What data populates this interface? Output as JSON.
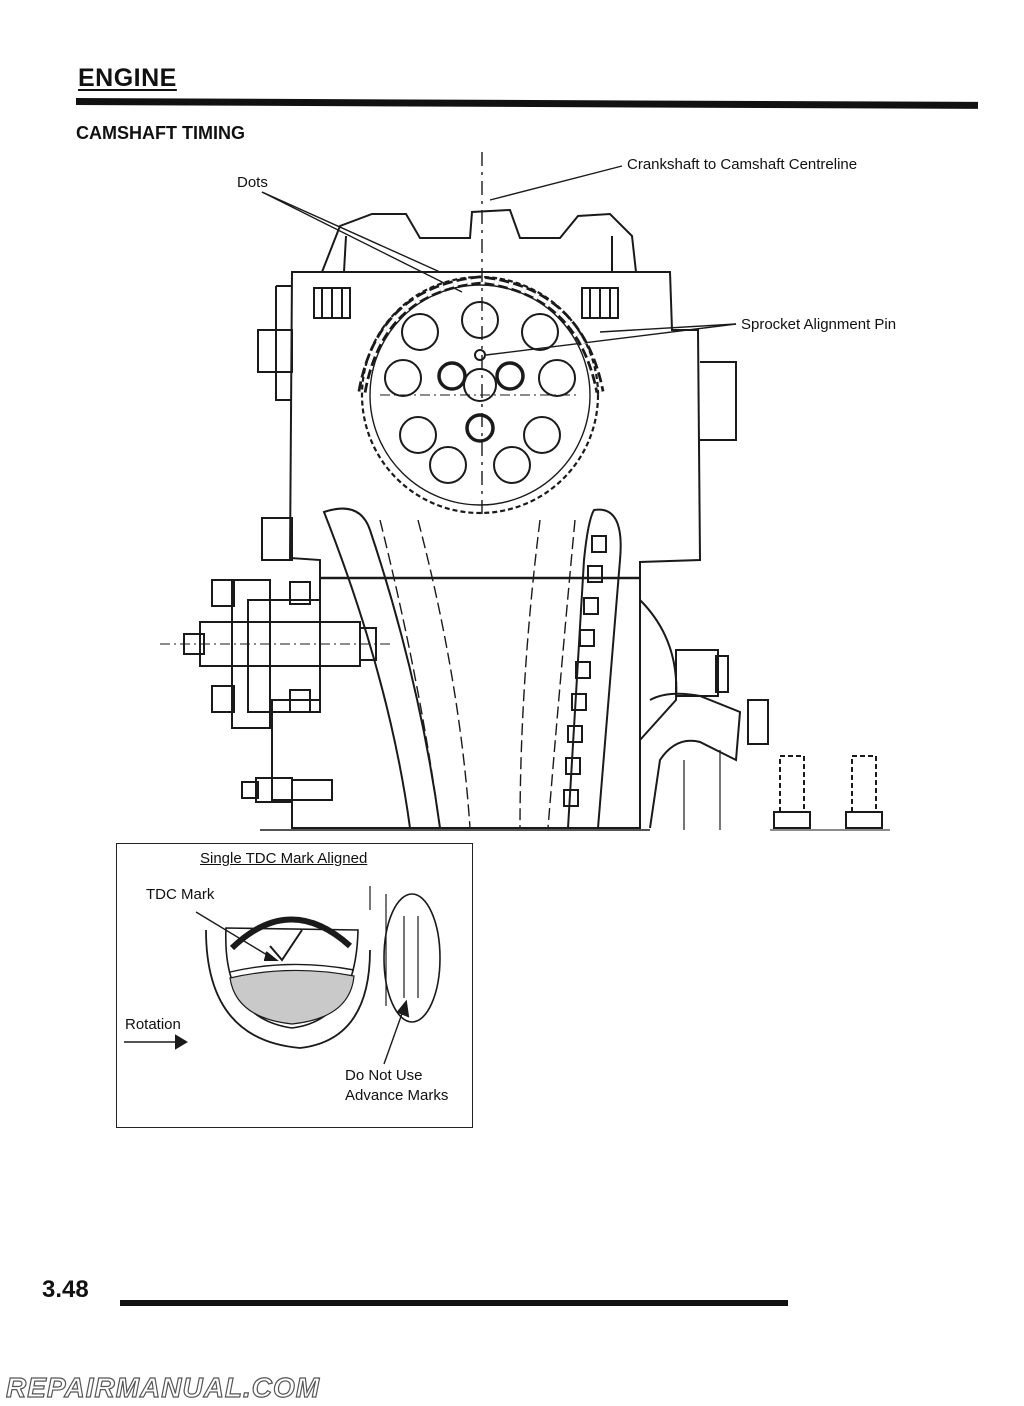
{
  "header": {
    "section_title": "ENGINE",
    "subsection_title": "CAMSHAFT TIMING"
  },
  "figure": {
    "callouts": {
      "dots": "Dots",
      "centreline": "Crankshaft to Camshaft Centreline",
      "alignment_pin": "Sprocket Alignment Pin"
    },
    "inset": {
      "title": "Single TDC Mark Aligned",
      "tdc_mark": "TDC Mark",
      "rotation": "Rotation",
      "do_not_use_line1": "Do Not Use",
      "do_not_use_line2": "Advance Marks"
    }
  },
  "footer": {
    "page_number": "3.48"
  },
  "watermark": "REPAIRMANUAL.COM"
}
